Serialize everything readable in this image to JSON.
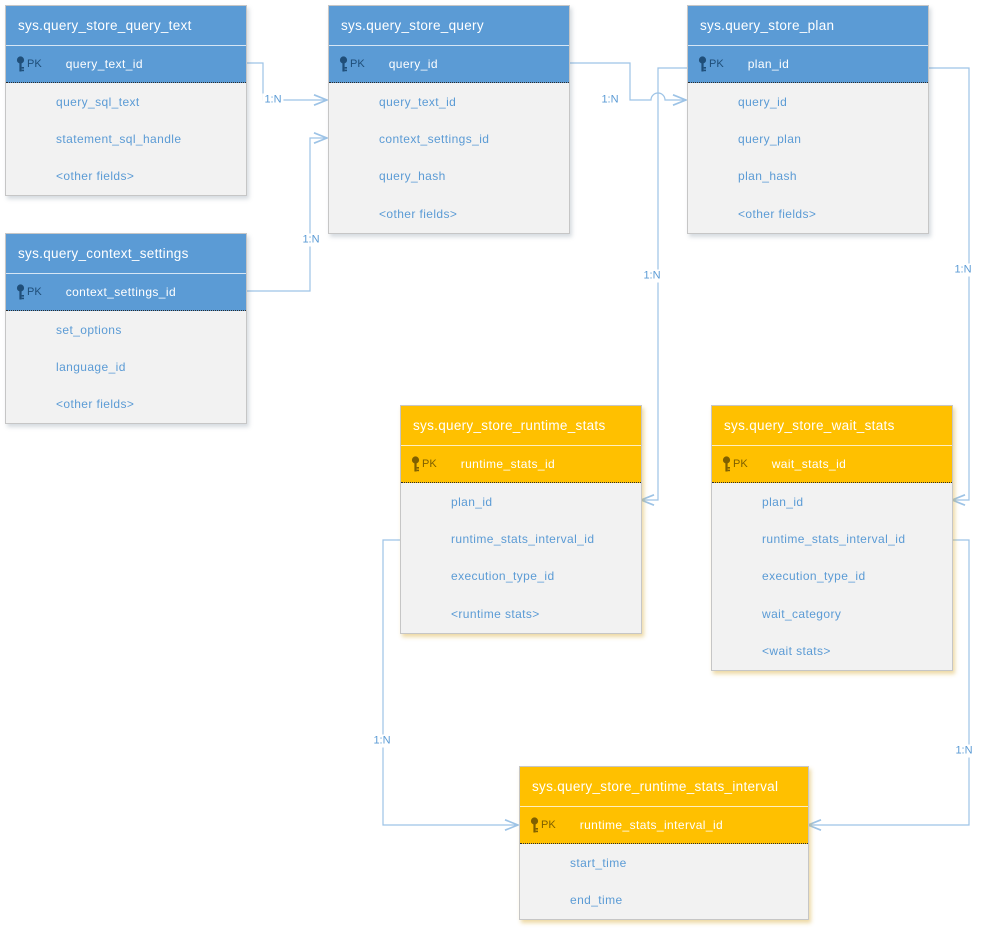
{
  "diagram_type": "entity-relationship",
  "colors": {
    "blue_header": "#5B9BD5",
    "orange_header": "#FFC000",
    "body_background": "#F2F2F2",
    "field_text": "#5B9BD5",
    "blue_pk_text": "#1F4E79",
    "orange_pk_text": "#7F6000",
    "connector_line": "#9DC3E6",
    "relationship_label_text": "#5B9BD5"
  },
  "entities": [
    {
      "name": "sys.query_store_query_text",
      "theme": "blue",
      "pk_badge": "PK",
      "pk_field": "query_text_id",
      "fields": [
        "query_sql_text",
        "statement_sql_handle",
        "<other fields>"
      ]
    },
    {
      "name": "sys.query_store_query",
      "theme": "blue",
      "pk_badge": "PK",
      "pk_field": "query_id",
      "fields": [
        "query_text_id",
        "context_settings_id",
        "query_hash",
        "<other fields>"
      ]
    },
    {
      "name": "sys.query_store_plan",
      "theme": "blue",
      "pk_badge": "PK",
      "pk_field": "plan_id",
      "fields": [
        "query_id",
        "query_plan",
        "plan_hash",
        "<other fields>"
      ]
    },
    {
      "name": "sys.query_context_settings",
      "theme": "blue",
      "pk_badge": "PK",
      "pk_field": "context_settings_id",
      "fields": [
        "set_options",
        "language_id",
        "<other fields>"
      ]
    },
    {
      "name": "sys.query_store_runtime_stats",
      "theme": "orange",
      "pk_badge": "PK",
      "pk_field": "runtime_stats_id",
      "fields": [
        "plan_id",
        "runtime_stats_interval_id",
        "execution_type_id",
        "<runtime stats>"
      ]
    },
    {
      "name": "sys.query_store_wait_stats",
      "theme": "orange",
      "pk_badge": "PK",
      "pk_field": "wait_stats_id",
      "fields": [
        "plan_id",
        "runtime_stats_interval_id",
        "execution_type_id",
        "wait_category",
        "<wait stats>"
      ]
    },
    {
      "name": "sys.query_store_runtime_stats_interval",
      "theme": "orange",
      "pk_badge": "PK",
      "pk_field": "runtime_stats_interval_id",
      "fields": [
        "start_time",
        "end_time"
      ]
    }
  ],
  "relationships": [
    {
      "label": "1:N",
      "from": "sys.query_store_query_text.query_text_id",
      "to": "sys.query_store_query.query_text_id"
    },
    {
      "label": "1:N",
      "from": "sys.query_context_settings.context_settings_id",
      "to": "sys.query_store_query.context_settings_id"
    },
    {
      "label": "1:N",
      "from": "sys.query_store_query.query_id",
      "to": "sys.query_store_plan.query_id"
    },
    {
      "label": "1:N",
      "from": "sys.query_store_plan.plan_id",
      "to": "sys.query_store_runtime_stats.plan_id"
    },
    {
      "label": "1:N",
      "from": "sys.query_store_plan.plan_id",
      "to": "sys.query_store_wait_stats.plan_id"
    },
    {
      "label": "1:N",
      "from": "sys.query_store_runtime_stats.runtime_stats_interval_id",
      "to": "sys.query_store_runtime_stats_interval.runtime_stats_interval_id"
    },
    {
      "label": "1:N",
      "from": "sys.query_store_wait_stats.runtime_stats_interval_id",
      "to": "sys.query_store_runtime_stats_interval.runtime_stats_interval_id"
    }
  ]
}
